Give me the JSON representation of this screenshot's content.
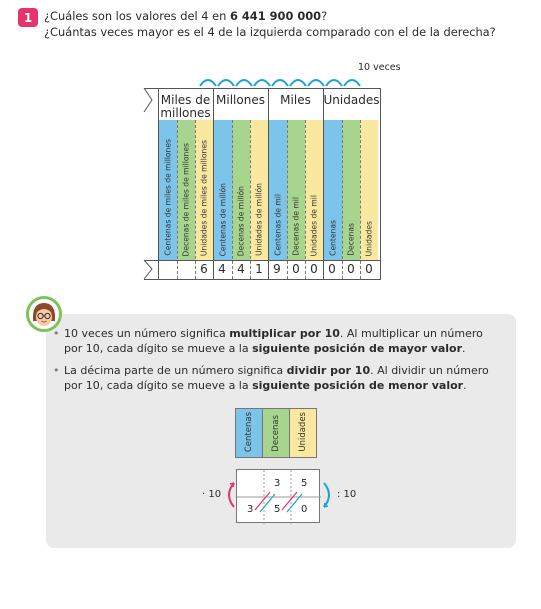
{
  "question": {
    "number": "1",
    "line1_prefix": "¿Cuáles son los valores del ",
    "line1_digit": "4",
    "line1_mid": " en ",
    "line1_number": "6 441 900 000",
    "line1_suffix": "?",
    "line2": "¿Cuántas veces mayor es el 4 de la izquierda comparado con el de la derecha?"
  },
  "chart": {
    "times_label": "10 veces",
    "groups": [
      {
        "label": "Miles de millones"
      },
      {
        "label": "Millones"
      },
      {
        "label": "Miles"
      },
      {
        "label": "Unidades"
      }
    ],
    "columns": [
      {
        "label": "Centenas de miles de millones",
        "digit": "",
        "color": "#7cc4ea"
      },
      {
        "label": "Decenas de miles de millones",
        "digit": "",
        "color": "#a8d58e"
      },
      {
        "label": "Unidades de miles de millones",
        "digit": "6",
        "color": "#fbe8a0"
      },
      {
        "label": "Centenas de millón",
        "digit": "4",
        "color": "#7cc4ea"
      },
      {
        "label": "Decenas de millón",
        "digit": "4",
        "color": "#a8d58e"
      },
      {
        "label": "Unidades de millón",
        "digit": "1",
        "color": "#fbe8a0"
      },
      {
        "label": "Centenas de mil",
        "digit": "9",
        "color": "#7cc4ea"
      },
      {
        "label": "Decenas de mil",
        "digit": "0",
        "color": "#a8d58e"
      },
      {
        "label": "Unidades de mil",
        "digit": "0",
        "color": "#fbe8a0"
      },
      {
        "label": "Centenas",
        "digit": "0",
        "color": "#7cc4ea"
      },
      {
        "label": "Decenas",
        "digit": "0",
        "color": "#a8d58e"
      },
      {
        "label": "Unidades",
        "digit": "0",
        "color": "#fbe8a0"
      }
    ]
  },
  "info": {
    "bullet1": {
      "t1": "10 veces un número significa ",
      "b1": "multiplicar por 10",
      "t2": ". Al multiplicar un número por 10, cada dígito se mueve a la ",
      "b2": "siguiente posición de mayor valor",
      "t3": "."
    },
    "bullet2": {
      "t1": "La décima parte de un número significa ",
      "b1": "dividir por 10",
      "t2": ". Al dividir un número por 10, cada dígito se mueve a la ",
      "b2": "siguiente posición de menor valor",
      "t3": "."
    },
    "mini_columns": [
      "Centenas",
      "Decenas",
      "Unidades"
    ],
    "example": {
      "top": [
        "3",
        "5"
      ],
      "bottom": [
        "3",
        "5",
        "0"
      ],
      "left_op": "· 10",
      "right_op": ": 10"
    }
  },
  "colors": {
    "accent": "#e6336b",
    "blue": "#7cc4ea",
    "green": "#a8d58e",
    "yellow": "#fbe8a0",
    "arc": "#1ba1dd"
  }
}
